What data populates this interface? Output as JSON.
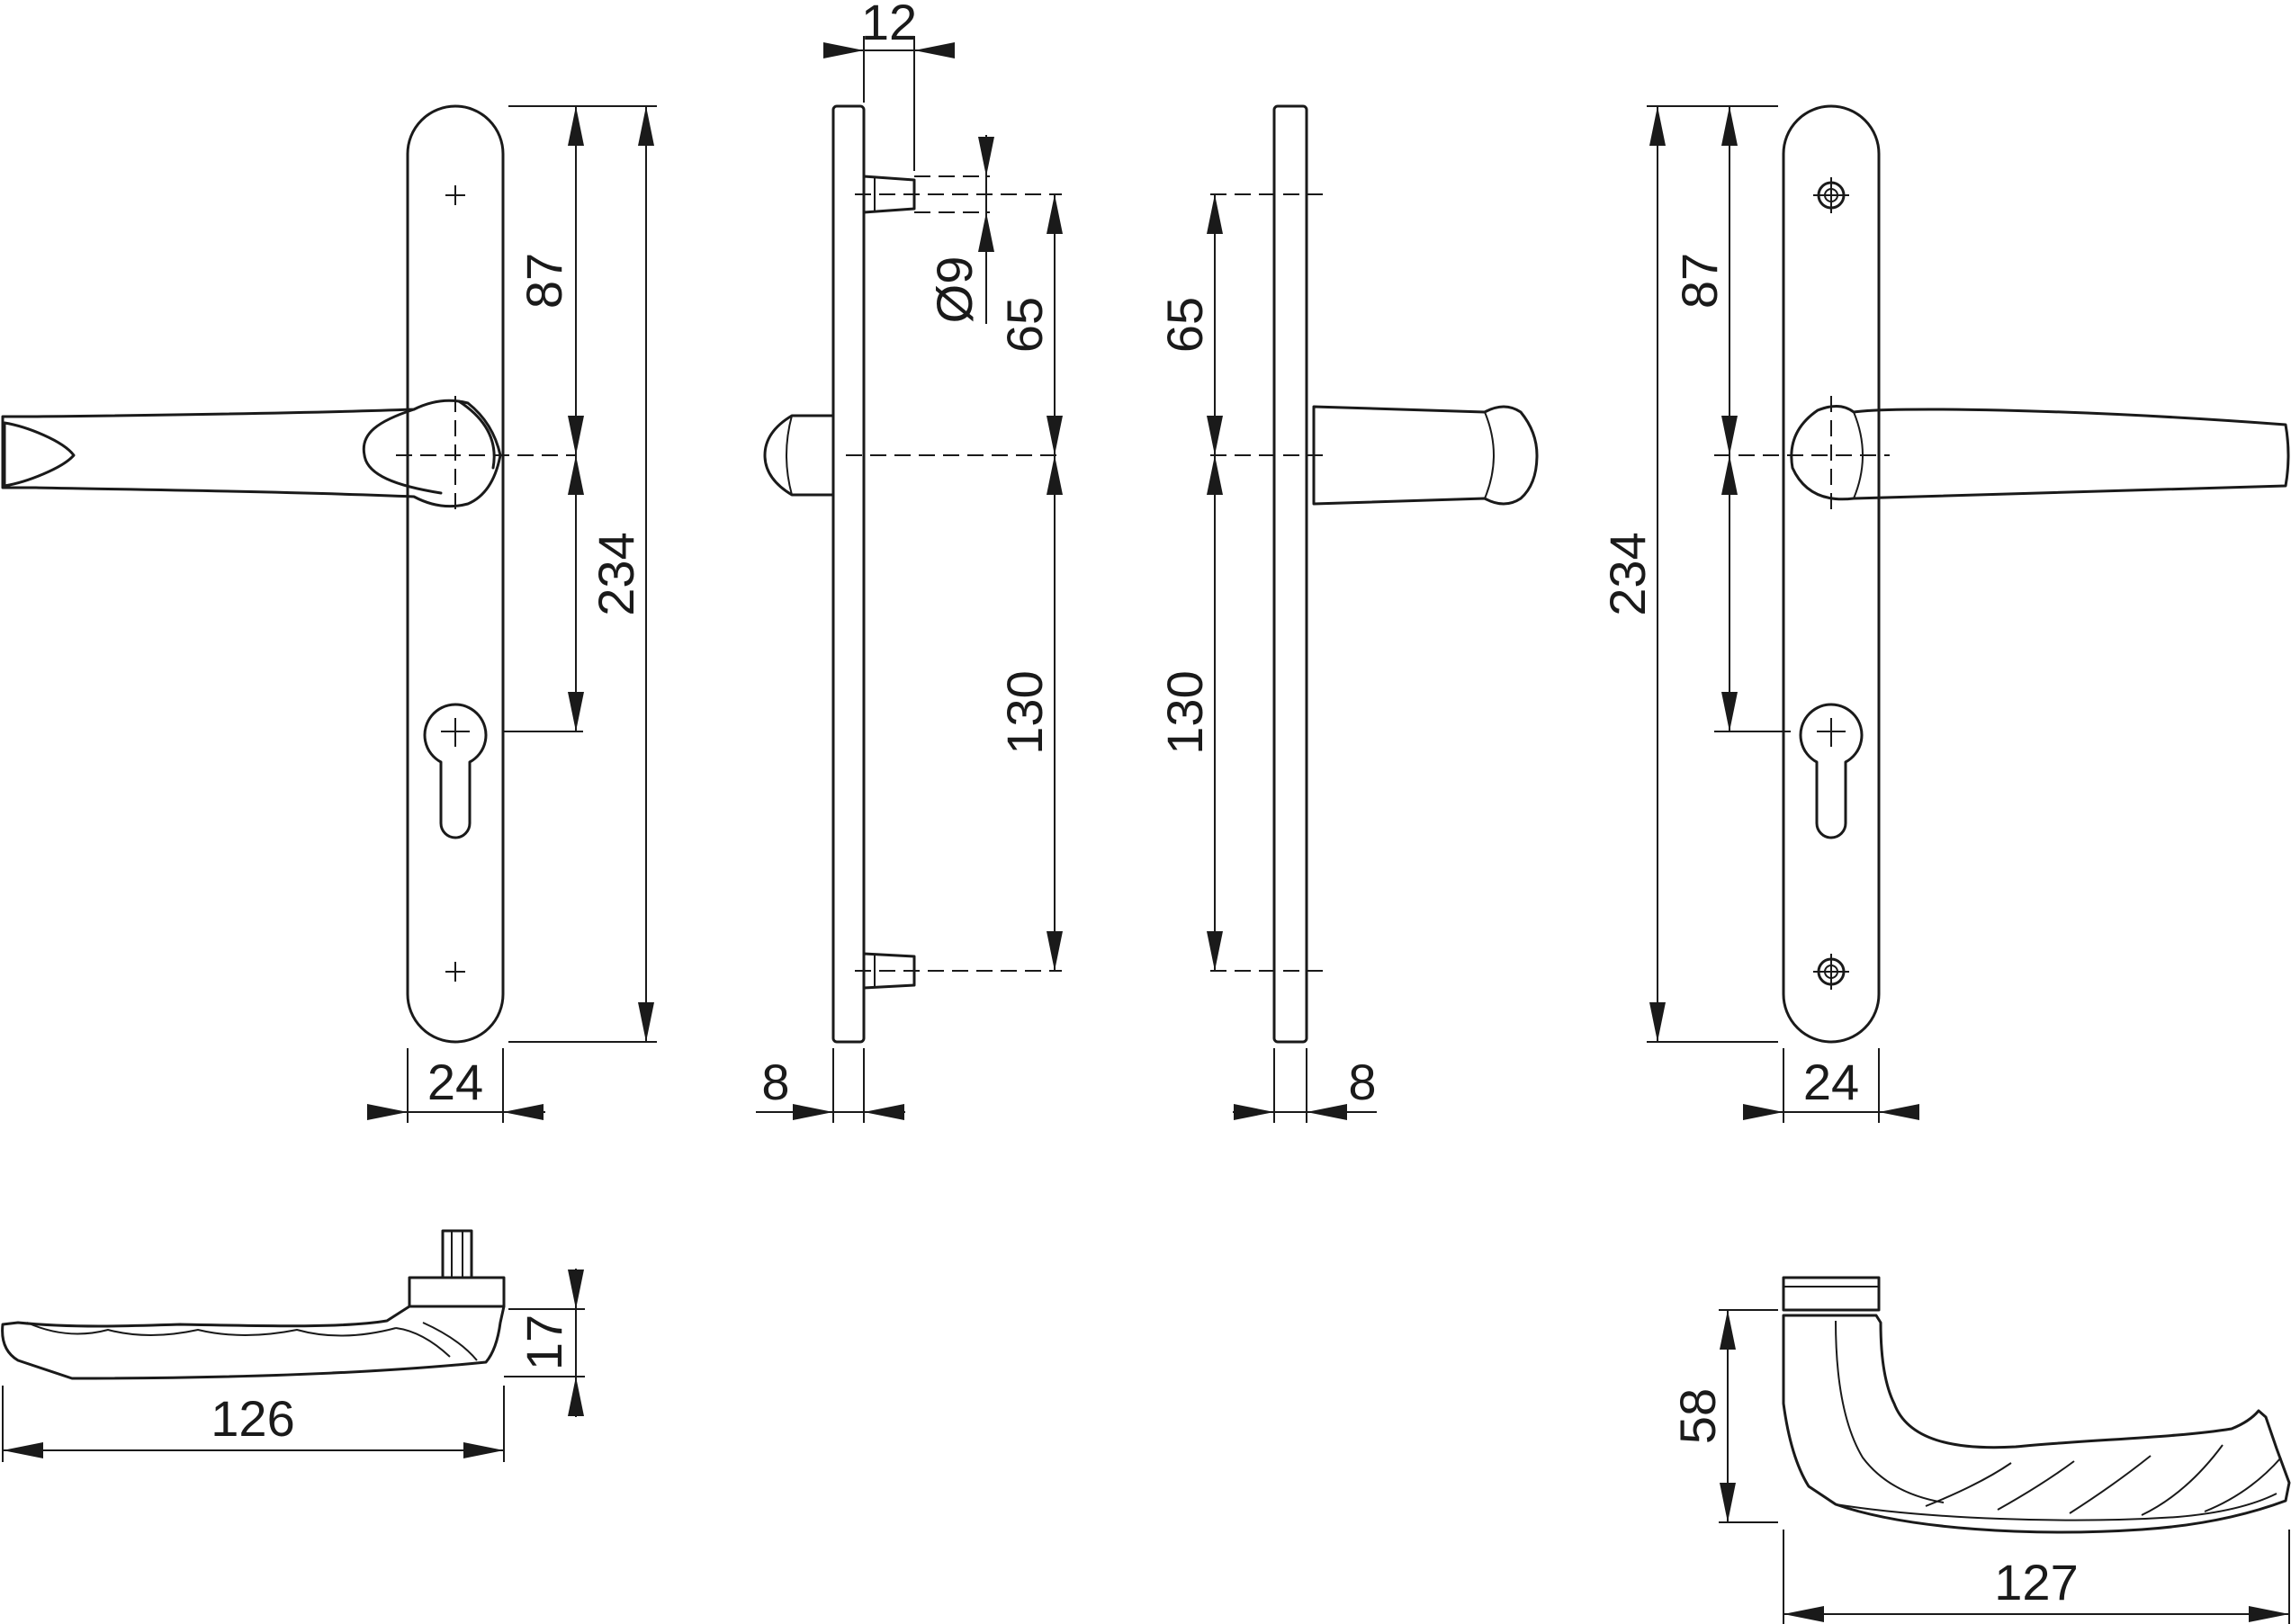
{
  "dimensions": {
    "front_left_width": "24",
    "front_left_upper": "87",
    "front_left_total": "234",
    "side_a_offset": "12",
    "side_a_bore": "Ø9",
    "side_a_upper": "65",
    "side_a_lower": "130",
    "side_a_thickness": "8",
    "side_b_upper": "65",
    "side_b_lower": "130",
    "side_b_thickness": "8",
    "front_right_total": "234",
    "front_right_upper": "87",
    "front_right_width": "24",
    "top_view_length": "126",
    "top_view_height": "17",
    "lever_side_height": "58",
    "lever_side_length": "127"
  }
}
